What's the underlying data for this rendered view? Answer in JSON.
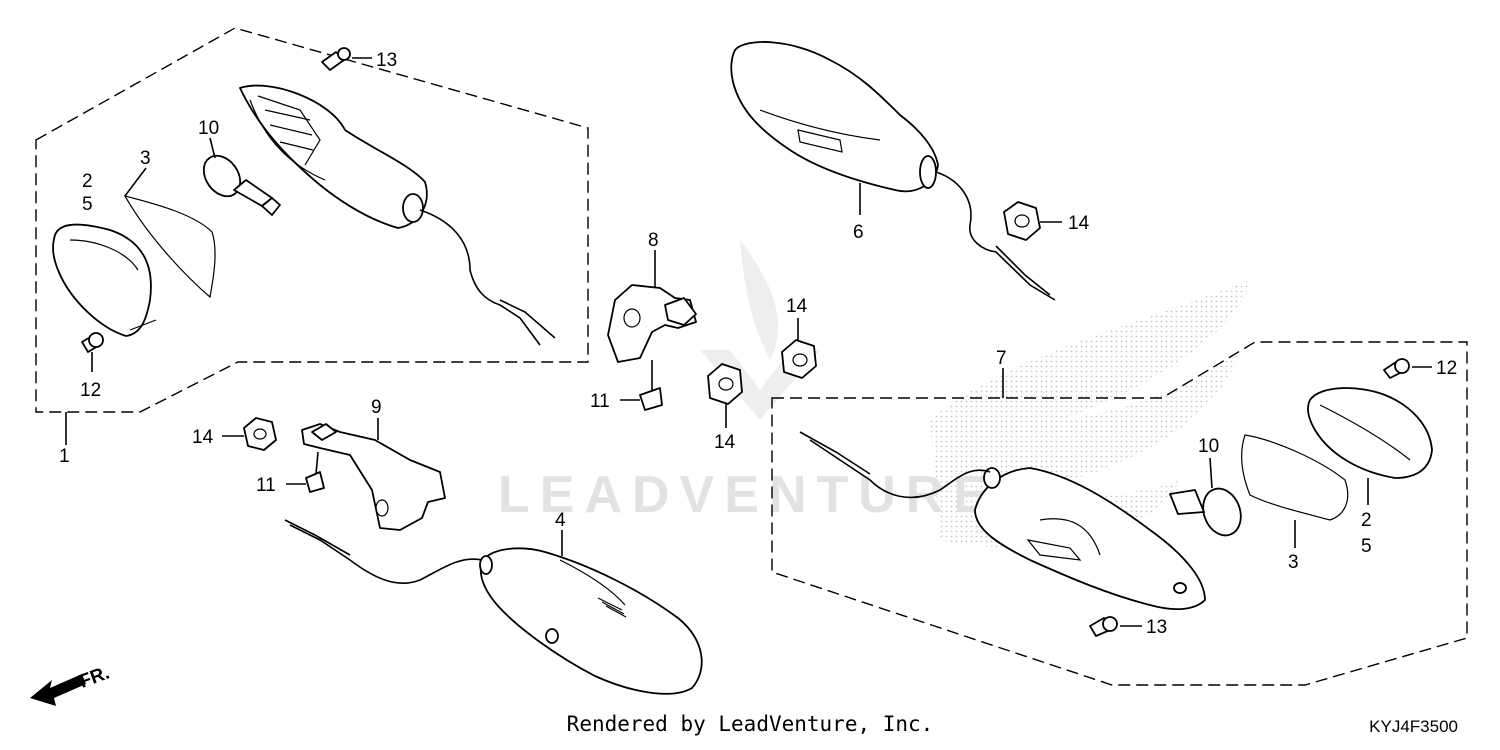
{
  "diagram": {
    "callouts": {
      "c1": "1",
      "c2a": "2",
      "c5a": "5",
      "c3a": "3",
      "c10a": "10",
      "c13a": "13",
      "c12a": "12",
      "c8": "8",
      "c11a": "11",
      "c14a": "14",
      "c14b": "14",
      "c9": "9",
      "c14c": "14",
      "c11b": "11",
      "c4": "4",
      "c6": "6",
      "c14d": "14",
      "c7": "7",
      "c10b": "10",
      "c12b": "12",
      "c2b": "2",
      "c5b": "5",
      "c3b": "3",
      "c13b": "13"
    },
    "direction_label": "FR.",
    "watermark": "LEADVENTURE"
  },
  "footer": {
    "rendered_by": "Rendered by LeadVenture, Inc.",
    "diagram_code": "KYJ4F3500"
  }
}
